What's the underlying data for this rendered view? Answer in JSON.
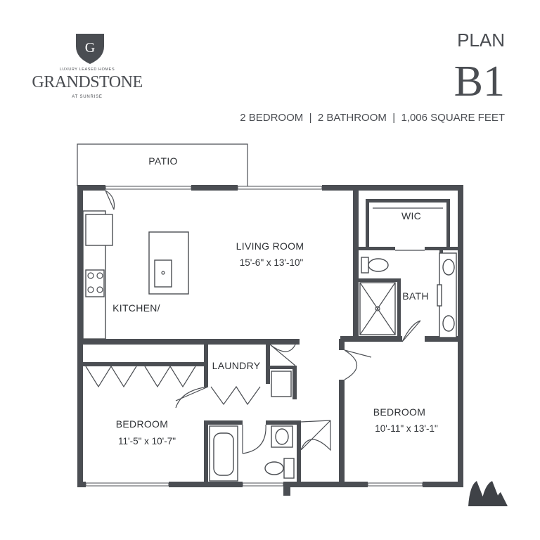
{
  "brand": {
    "monogram": "G",
    "tagline": "LUXURY LEASED HOMES",
    "name": "GRANDSTONE",
    "sub": "AT SUNRISE"
  },
  "plan": {
    "label": "PLAN",
    "code": "B1",
    "summary": "2 BEDROOM  |  2 BATHROOM  |  1,006 SQUARE FEET"
  },
  "rooms": {
    "patio": "PATIO",
    "wic": "WIC",
    "living": "LIVING ROOM",
    "living_dim": "15'-6\" x 13'-10\"",
    "bath": "BATH",
    "kitchen": "KITCHEN/",
    "laundry": "LAUNDRY",
    "bed1": "BEDROOM",
    "bed1_dim": "11'-5\" x 10'-7\"",
    "bed2": "BEDROOM",
    "bed2_dim": "10'-11\" x 13'-1\""
  },
  "colors": {
    "wall": "#4b4e53",
    "text": "#2f3236",
    "accent": "#3f4247"
  },
  "icons": {
    "crest": "shield-crest-icon",
    "corner_mark": "mountain-logo-icon"
  }
}
